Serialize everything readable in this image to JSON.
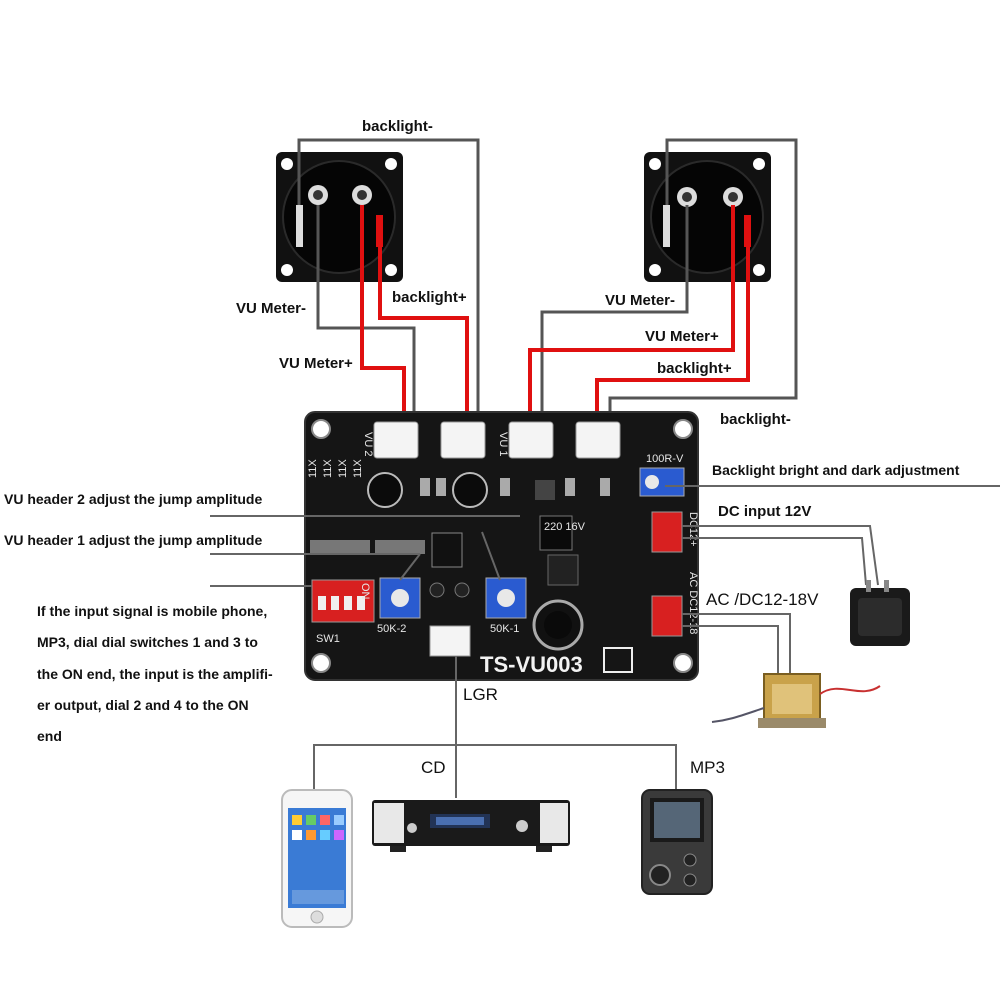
{
  "labels": {
    "backlight_minus_top": "backlight-",
    "backlight_plus_left": "backlight+",
    "vu_meter_minus_left": "VU Meter-",
    "vu_meter_plus_left": "VU Meter+",
    "vu_meter_minus_right": "VU Meter-",
    "vu_meter_plus_right": "VU Meter+",
    "backlight_plus_right": "backlight+",
    "backlight_minus_right": "backlight-",
    "backlight_adjust": "Backlight bright and dark adjustment",
    "dc_input": "DC input 12V",
    "ac_dc_input": "AC /DC12-18V",
    "vu_header2": "VU header 2 adjust the jump amplitude",
    "vu_header1": "VU header 1 adjust the jump amplitude",
    "dip_note_lines": [
      "If the input signal is mobile phone,",
      "MP3, dial dial switches 1 and 3 to",
      "the ON end, the input is the amplifi-",
      "er output, dial 2 and 4 to the ON",
      "end"
    ],
    "lgr": "LGR",
    "cd": "CD",
    "mp3": "MP3"
  },
  "board": {
    "model": "TS-VU003",
    "pot_left": "50K-2",
    "pot_right": "50K-1",
    "pot_backlight": "100R-V",
    "dc_port": "DC12+",
    "ac_port": "AC DC12-18",
    "dip_label": "SW1",
    "dip_on": "ON",
    "gain_marks": [
      "11X",
      "11X",
      "11X",
      "11X"
    ],
    "cap_value": "220 16V",
    "vu_header_1": "VU 1",
    "vu_header_2": "VU 2"
  },
  "colors": {
    "wire_gray": "#555555",
    "wire_red": "#e01010",
    "pcb": "#151515",
    "pot_blue": "#2a5bd0",
    "connector_white": "#f4f4f4"
  },
  "icons": {
    "vu_meter": "vu-meter-icon",
    "phone": "smartphone-icon",
    "cd_player": "cd-player-icon",
    "mp3_player": "mp3-player-icon",
    "power_adapter": "power-adapter-icon",
    "transformer": "transformer-icon"
  }
}
